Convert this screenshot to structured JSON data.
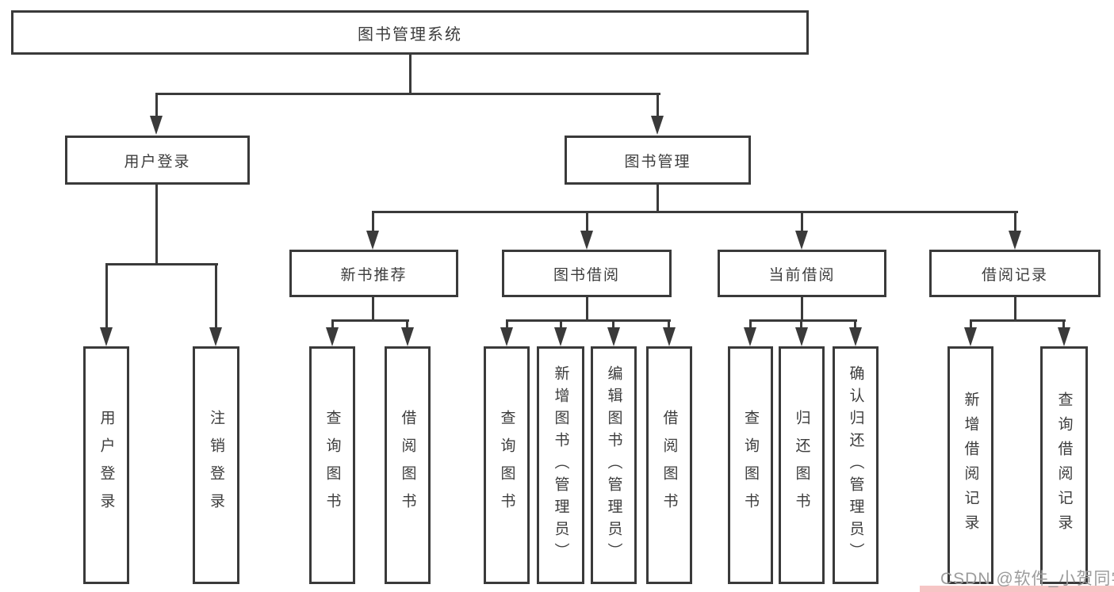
{
  "tree": {
    "label": "图书管理系统",
    "children": [
      {
        "label": "用户登录",
        "children": [
          {
            "label": "用户登录"
          },
          {
            "label": "注销登录"
          }
        ]
      },
      {
        "label": "图书管理",
        "children": [
          {
            "label": "新书推荐",
            "children": [
              {
                "label": "查询图书"
              },
              {
                "label": "借阅图书"
              }
            ]
          },
          {
            "label": "图书借阅",
            "children": [
              {
                "label": "查询图书"
              },
              {
                "label": "新增图书（管理员）"
              },
              {
                "label": "编辑图书（管理员）"
              },
              {
                "label": "借阅图书"
              }
            ]
          },
          {
            "label": "当前借阅",
            "children": [
              {
                "label": "查询图书"
              },
              {
                "label": "归还图书"
              },
              {
                "label": "确认归还（管理员）"
              }
            ]
          },
          {
            "label": "借阅记录",
            "children": [
              {
                "label": "新增借阅记录"
              },
              {
                "label": "查询借阅记录"
              }
            ]
          }
        ]
      }
    ]
  },
  "watermark": {
    "text": "CSDN @软件_小贺同学"
  },
  "colors": {
    "line": "#3a3a3a",
    "text": "#3d3d3d",
    "background": "#ffffff",
    "watermark_text": "#9c9c9c",
    "watermark_bar": "#f6c5c5"
  }
}
